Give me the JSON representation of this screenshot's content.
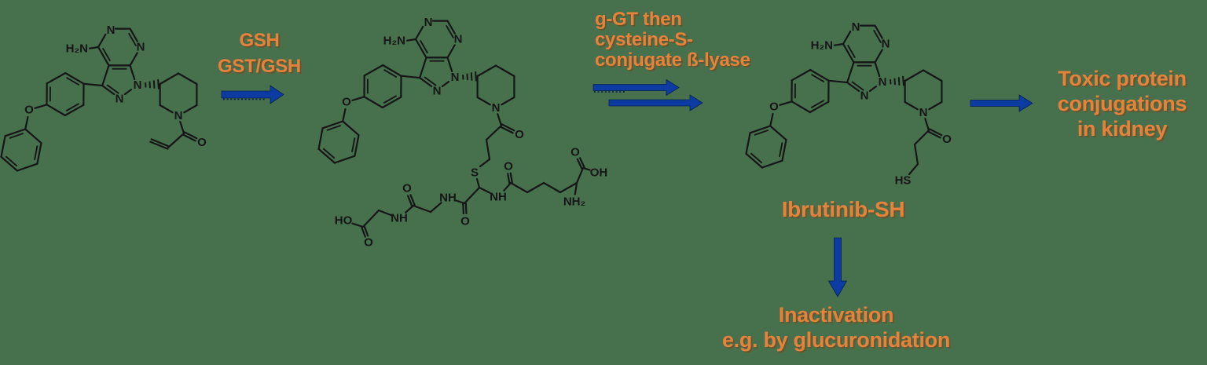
{
  "background_color": "#47714d",
  "colors": {
    "label_orange": "#e5823c",
    "arrow_blue": "#0c3ba2",
    "arrow_edge": "#082252",
    "bond_black": "#161616"
  },
  "labels": {
    "step1": "GSH\nGST/GSH",
    "step2": "g-GT then\ncysteine-S-\nconjugate ß-lyase",
    "metabolite": "Ibrutinib-SH",
    "outcome_kidney": "Toxic protein\nconjugations\nin kidney",
    "outcome_inactivation": "Inactivation\ne.g. by glucuronidation"
  },
  "atoms": {
    "n": "N",
    "o": "O",
    "s": "S",
    "nh": "NH",
    "ho": "HO",
    "oh": "OH",
    "hs": "HS",
    "h2n": "H₂N",
    "nh2": "NH₂"
  }
}
